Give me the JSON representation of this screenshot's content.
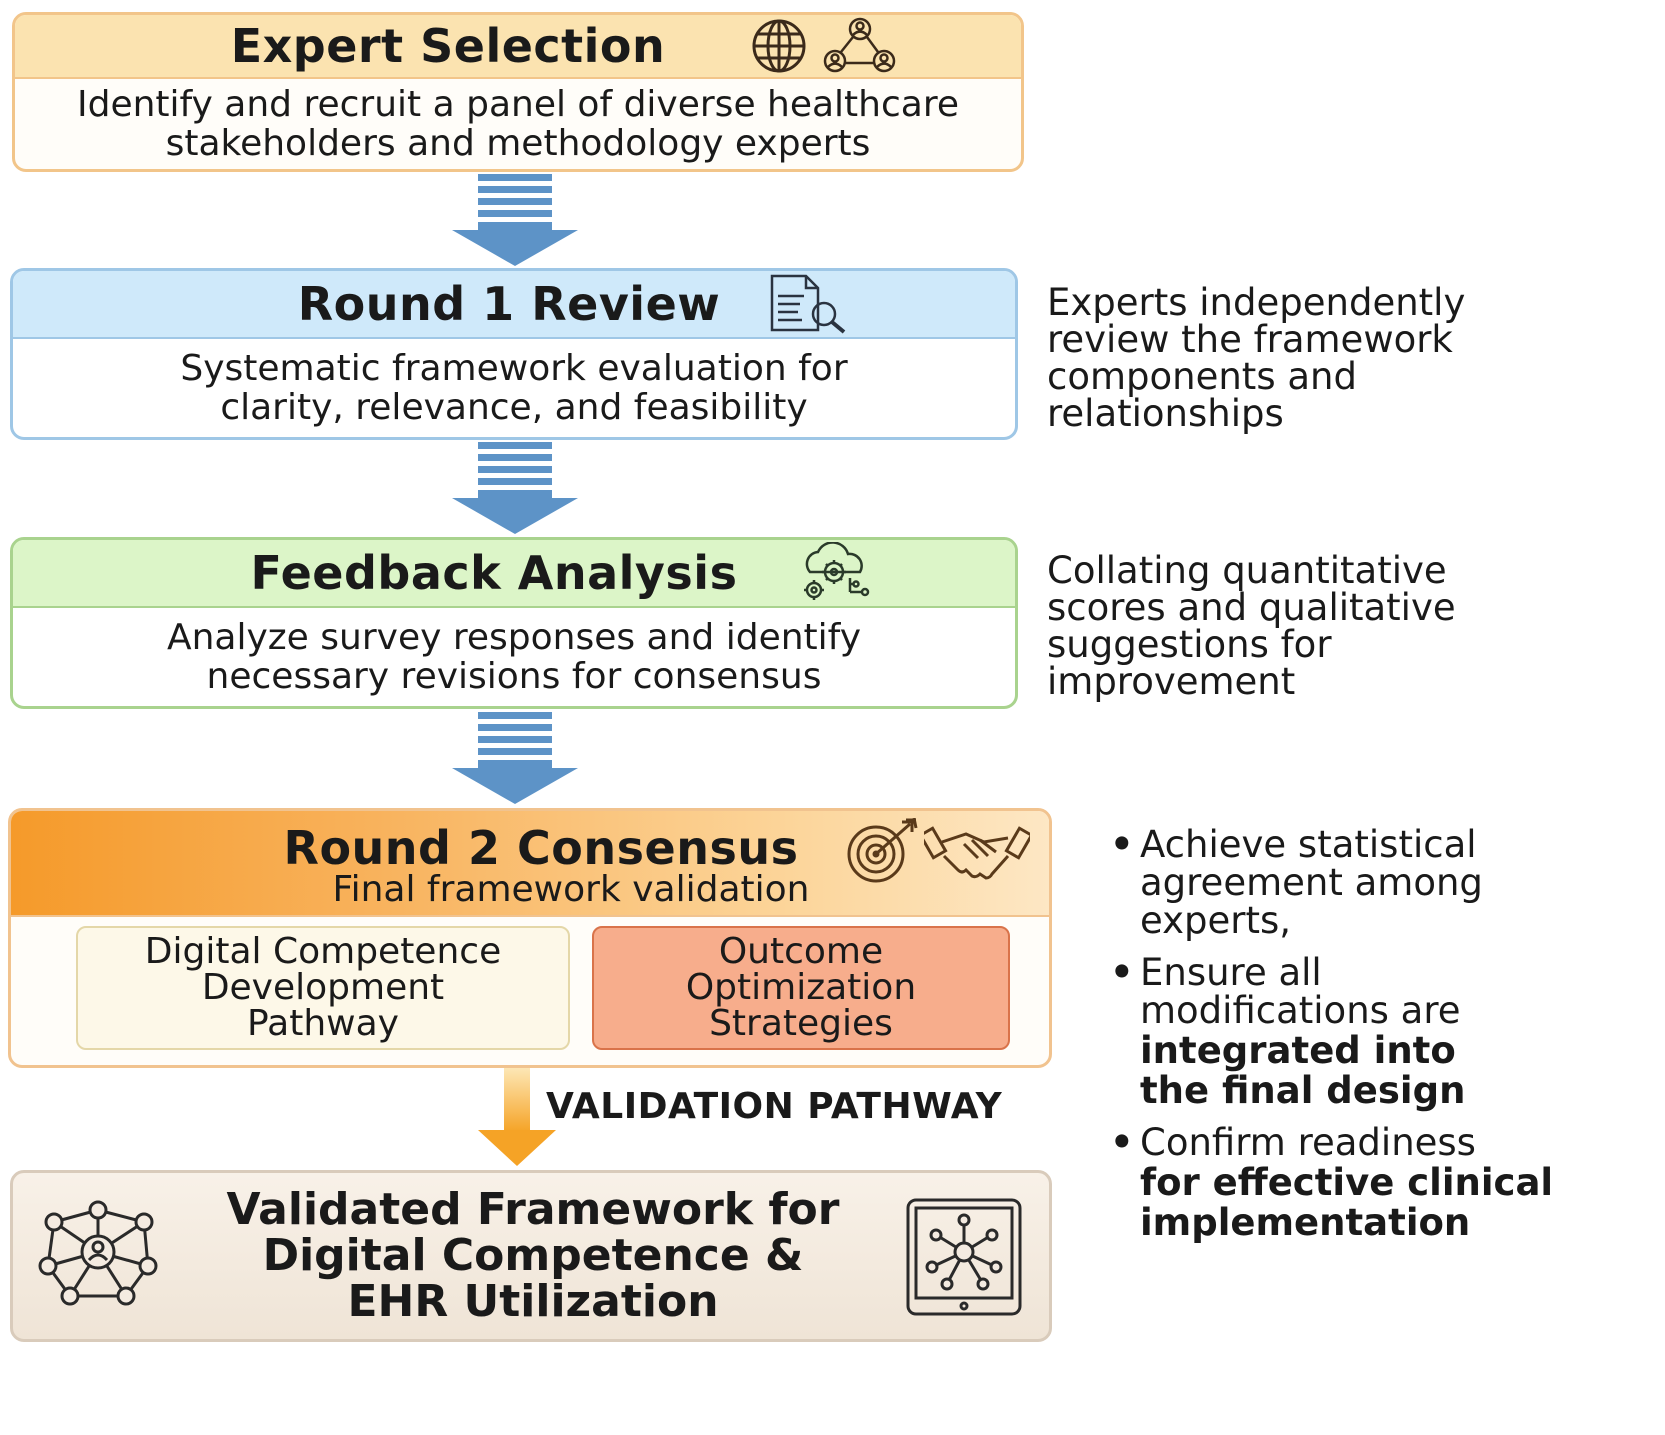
{
  "steps": {
    "expert_selection": {
      "title": "Expert Selection",
      "body_line1": "Identify and recruit a panel of diverse healthcare",
      "body_line2": "stakeholders and methodology experts"
    },
    "round1": {
      "title": "Round 1 Review",
      "body_line1": "Systematic framework evaluation for",
      "body_line2": "clarity, relevance, and feasibility",
      "note_lines": [
        "Experts independently",
        "review the framework",
        "components and",
        "relationships"
      ]
    },
    "feedback": {
      "title": "Feedback Analysis",
      "body_line1": "Analyze survey responses and identify",
      "body_line2": "necessary revisions for consensus",
      "note_lines": [
        "Collating quantitative",
        "scores and qualitative",
        "suggestions for",
        "improvement"
      ]
    },
    "round2": {
      "title": "Round 2 Consensus",
      "subtitle": "Final framework validation",
      "sub_left_lines": [
        "Digital Competence",
        "Development",
        "Pathway"
      ],
      "sub_right_lines": [
        "Outcome",
        "Optimization",
        "Strategies"
      ],
      "bullets": [
        {
          "lines": [
            "Achieve statistical",
            "agreement among",
            "experts,"
          ],
          "bold_lines": []
        },
        {
          "lines": [
            "Ensure all",
            "modifications are"
          ],
          "bold_lines": [
            "integrated into",
            "the final design"
          ]
        },
        {
          "lines": [
            "Confirm readiness"
          ],
          "bold_lines": [
            "for effective clinical",
            "implementation"
          ]
        }
      ]
    },
    "validation_label": "VALIDATION PATHWAY",
    "final": {
      "title_lines": [
        "Validated Framework for",
        "Digital Competence &",
        "EHR Utilization"
      ]
    }
  },
  "icons": [
    "globe-icon",
    "people-network-icon",
    "document-search-icon",
    "cloud-gears-icon",
    "target-icon",
    "handshake-icon",
    "network-people-icon",
    "tablet-network-icon"
  ],
  "colors": {
    "expert_head": "#fbe3b0",
    "expert_border": "#f2c58a",
    "round1_head": "#cfe9fa",
    "round1_border": "#9fc7e6",
    "feedback_head": "#dcf5c8",
    "feedback_border": "#a9d38e",
    "round2_head_from": "#f59a2a",
    "round2_head_to": "#fde7c4",
    "round2_border": "#f1c38f",
    "sub_left_fill": "#fdf8e8",
    "sub_right_fill": "#f7ad8c",
    "final_fill": "#f4ebe1",
    "blue_arrow": "#5d93c7",
    "orange_arrow": "#f5a326"
  }
}
